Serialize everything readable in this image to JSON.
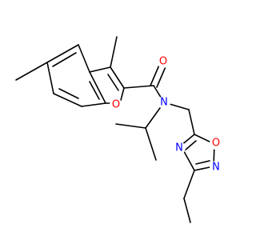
{
  "molecule": {
    "atoms": [
      {
        "id": "carbonyl-oxygen",
        "symbol": "O",
        "color": "#ff0000"
      },
      {
        "id": "amide-nitrogen",
        "symbol": "N",
        "color": "#0000ff"
      },
      {
        "id": "furan-oxygen",
        "symbol": "O",
        "color": "#ff0000"
      },
      {
        "id": "oxadiazole-n4",
        "symbol": "N",
        "color": "#0000ff"
      },
      {
        "id": "oxadiazole-o1",
        "symbol": "O",
        "color": "#ff0000"
      },
      {
        "id": "oxadiazole-n2",
        "symbol": "N",
        "color": "#0000ff"
      }
    ],
    "bond_color": "#000000"
  }
}
